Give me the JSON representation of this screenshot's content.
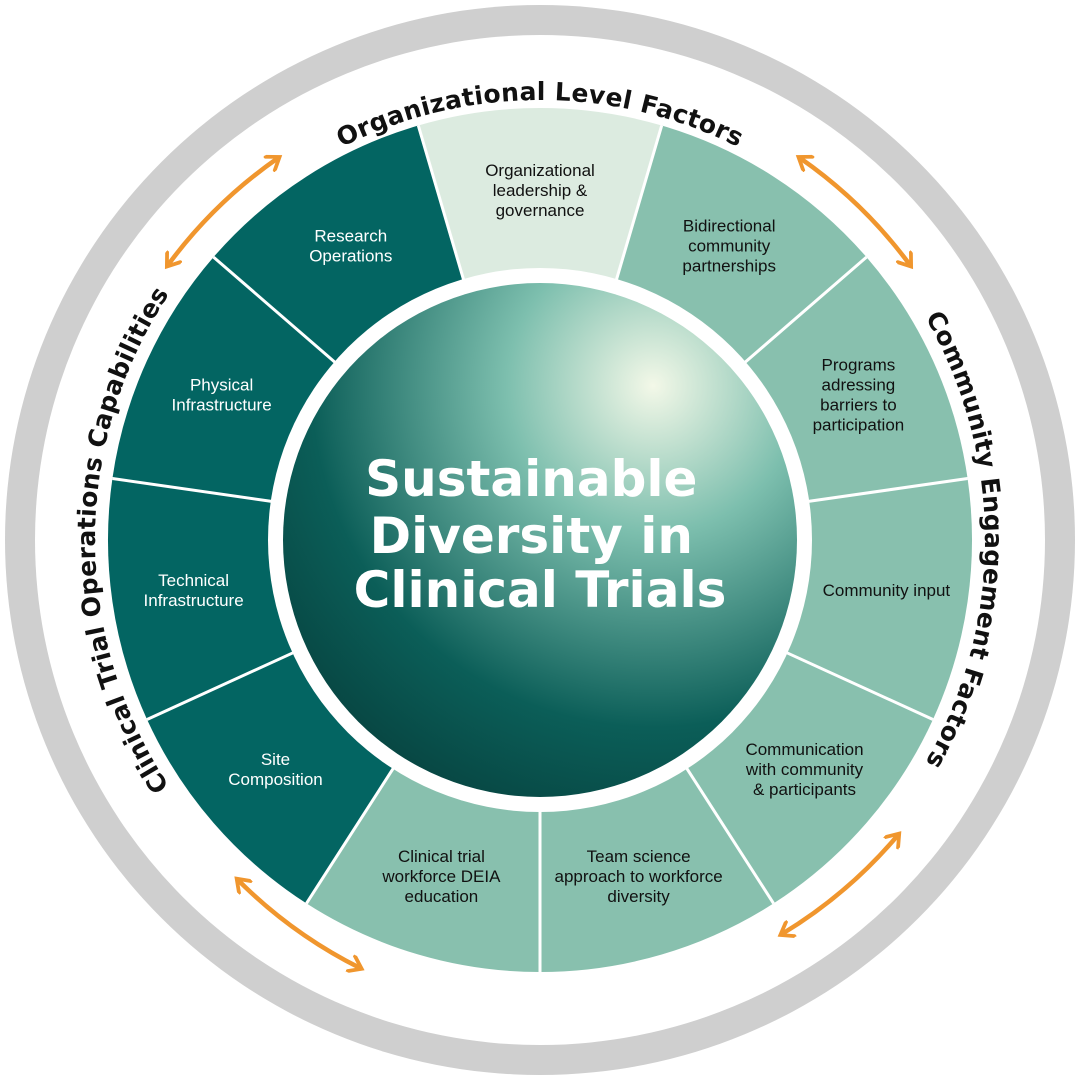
{
  "center": {
    "lines": [
      "Sustainable",
      "Diversity in",
      "Clinical Trials"
    ]
  },
  "ring_titles": {
    "top": "Organizational Level Factors",
    "right": "Community Engagement Factors",
    "left": "Clinical Trial Operations Capabilities"
  },
  "segments": [
    {
      "lines": [
        "Organizational",
        "leadership &",
        "governance"
      ],
      "group": "organizational"
    },
    {
      "lines": [
        "Bidirectional",
        "community",
        "partnerships"
      ],
      "group": "community"
    },
    {
      "lines": [
        "Programs",
        "adressing",
        "barriers to",
        "participation"
      ],
      "group": "community"
    },
    {
      "lines": [
        "Community input"
      ],
      "group": "community"
    },
    {
      "lines": [
        "Communication",
        "with community",
        "& participants"
      ],
      "group": "community"
    },
    {
      "lines": [
        "Team science",
        "approach to workforce",
        "diversity"
      ],
      "group": "community"
    },
    {
      "lines": [
        "Clinical trial",
        "workforce DEIA",
        "education"
      ],
      "group": "community"
    },
    {
      "lines": [
        "Site",
        "Composition"
      ],
      "group": "operations"
    },
    {
      "lines": [
        "Technical",
        "Infrastructure"
      ],
      "group": "operations"
    },
    {
      "lines": [
        "Physical",
        "Infrastructure"
      ],
      "group": "operations"
    },
    {
      "lines": [
        "Research",
        "Operations"
      ],
      "group": "operations"
    }
  ],
  "colors": {
    "outer_ring": "#cfcfcf",
    "organizational": "#dcebe0",
    "community": "#88c0ae",
    "operations": "#036562",
    "arrow": "#f0962e",
    "text_dark": "#111111",
    "text_light": "#ffffff"
  }
}
